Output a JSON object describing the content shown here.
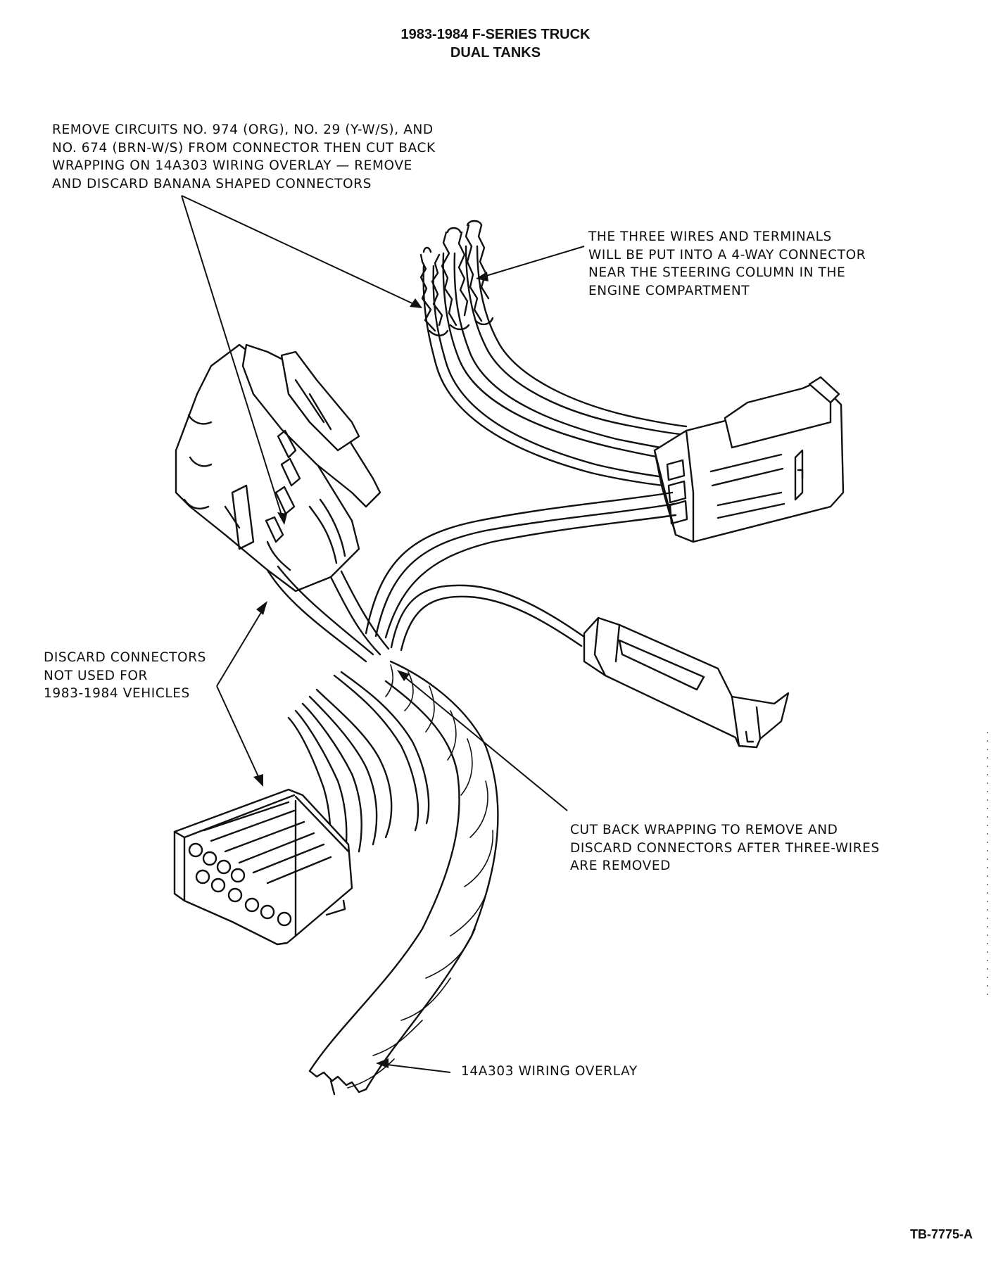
{
  "title": {
    "line1": "1983-1984 F-SERIES TRUCK",
    "line2": "DUAL TANKS"
  },
  "callouts": {
    "remove_circuits": "REMOVE CIRCUITS NO. 974 (ORG), NO. 29 (Y-W/S), AND\nNO. 674 (BRN-W/S) FROM CONNECTOR THEN CUT BACK\nWRAPPING ON 14A303 WIRING OVERLAY — REMOVE\nAND DISCARD BANANA SHAPED CONNECTORS",
    "three_wires": "THE THREE WIRES AND TERMINALS\nWILL BE PUT INTO A 4-WAY CONNECTOR\nNEAR THE STEERING COLUMN IN THE\nENGINE COMPARTMENT",
    "discard_connectors": "DISCARD CONNECTORS\nNOT USED FOR\n1983-1984 VEHICLES",
    "cut_back": "CUT BACK WRAPPING TO REMOVE AND\nDISCARD CONNECTORS AFTER THREE-WIRES\nARE REMOVED",
    "overlay": "14A303 WIRING OVERLAY"
  },
  "figure_number": "TB-7775-A"
}
